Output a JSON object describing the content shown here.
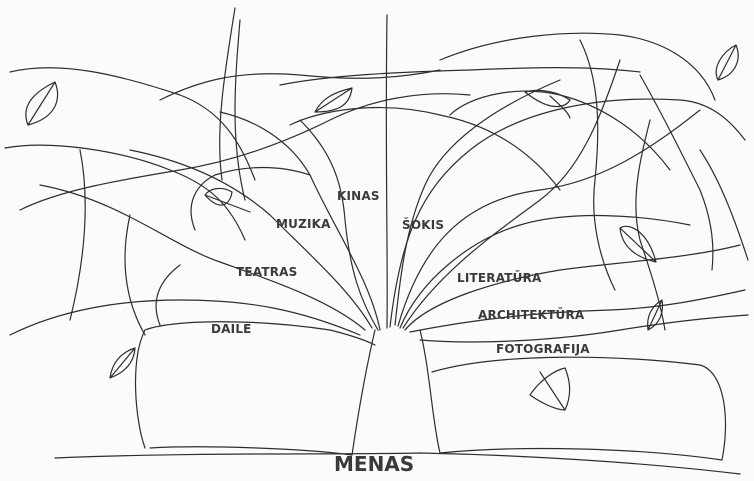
{
  "diagram": {
    "root": "MENAS",
    "branches": [
      {
        "id": "kinas",
        "label": "KINAS"
      },
      {
        "id": "muzika",
        "label": "MUZIKA"
      },
      {
        "id": "sokis",
        "label": "ŠOKIS"
      },
      {
        "id": "teatras",
        "label": "TEATRAS"
      },
      {
        "id": "daile",
        "label": "DAILĖ"
      },
      {
        "id": "literatura",
        "label": "LITERATŪRA"
      },
      {
        "id": "architektura",
        "label": "ARCHITEKTŪRA"
      },
      {
        "id": "fotografija",
        "label": "FOTOGRAFIJA"
      }
    ],
    "colors": {
      "line": "#2e2e2e",
      "background": "#fbfbfa",
      "text": "#3a3a3a"
    }
  }
}
